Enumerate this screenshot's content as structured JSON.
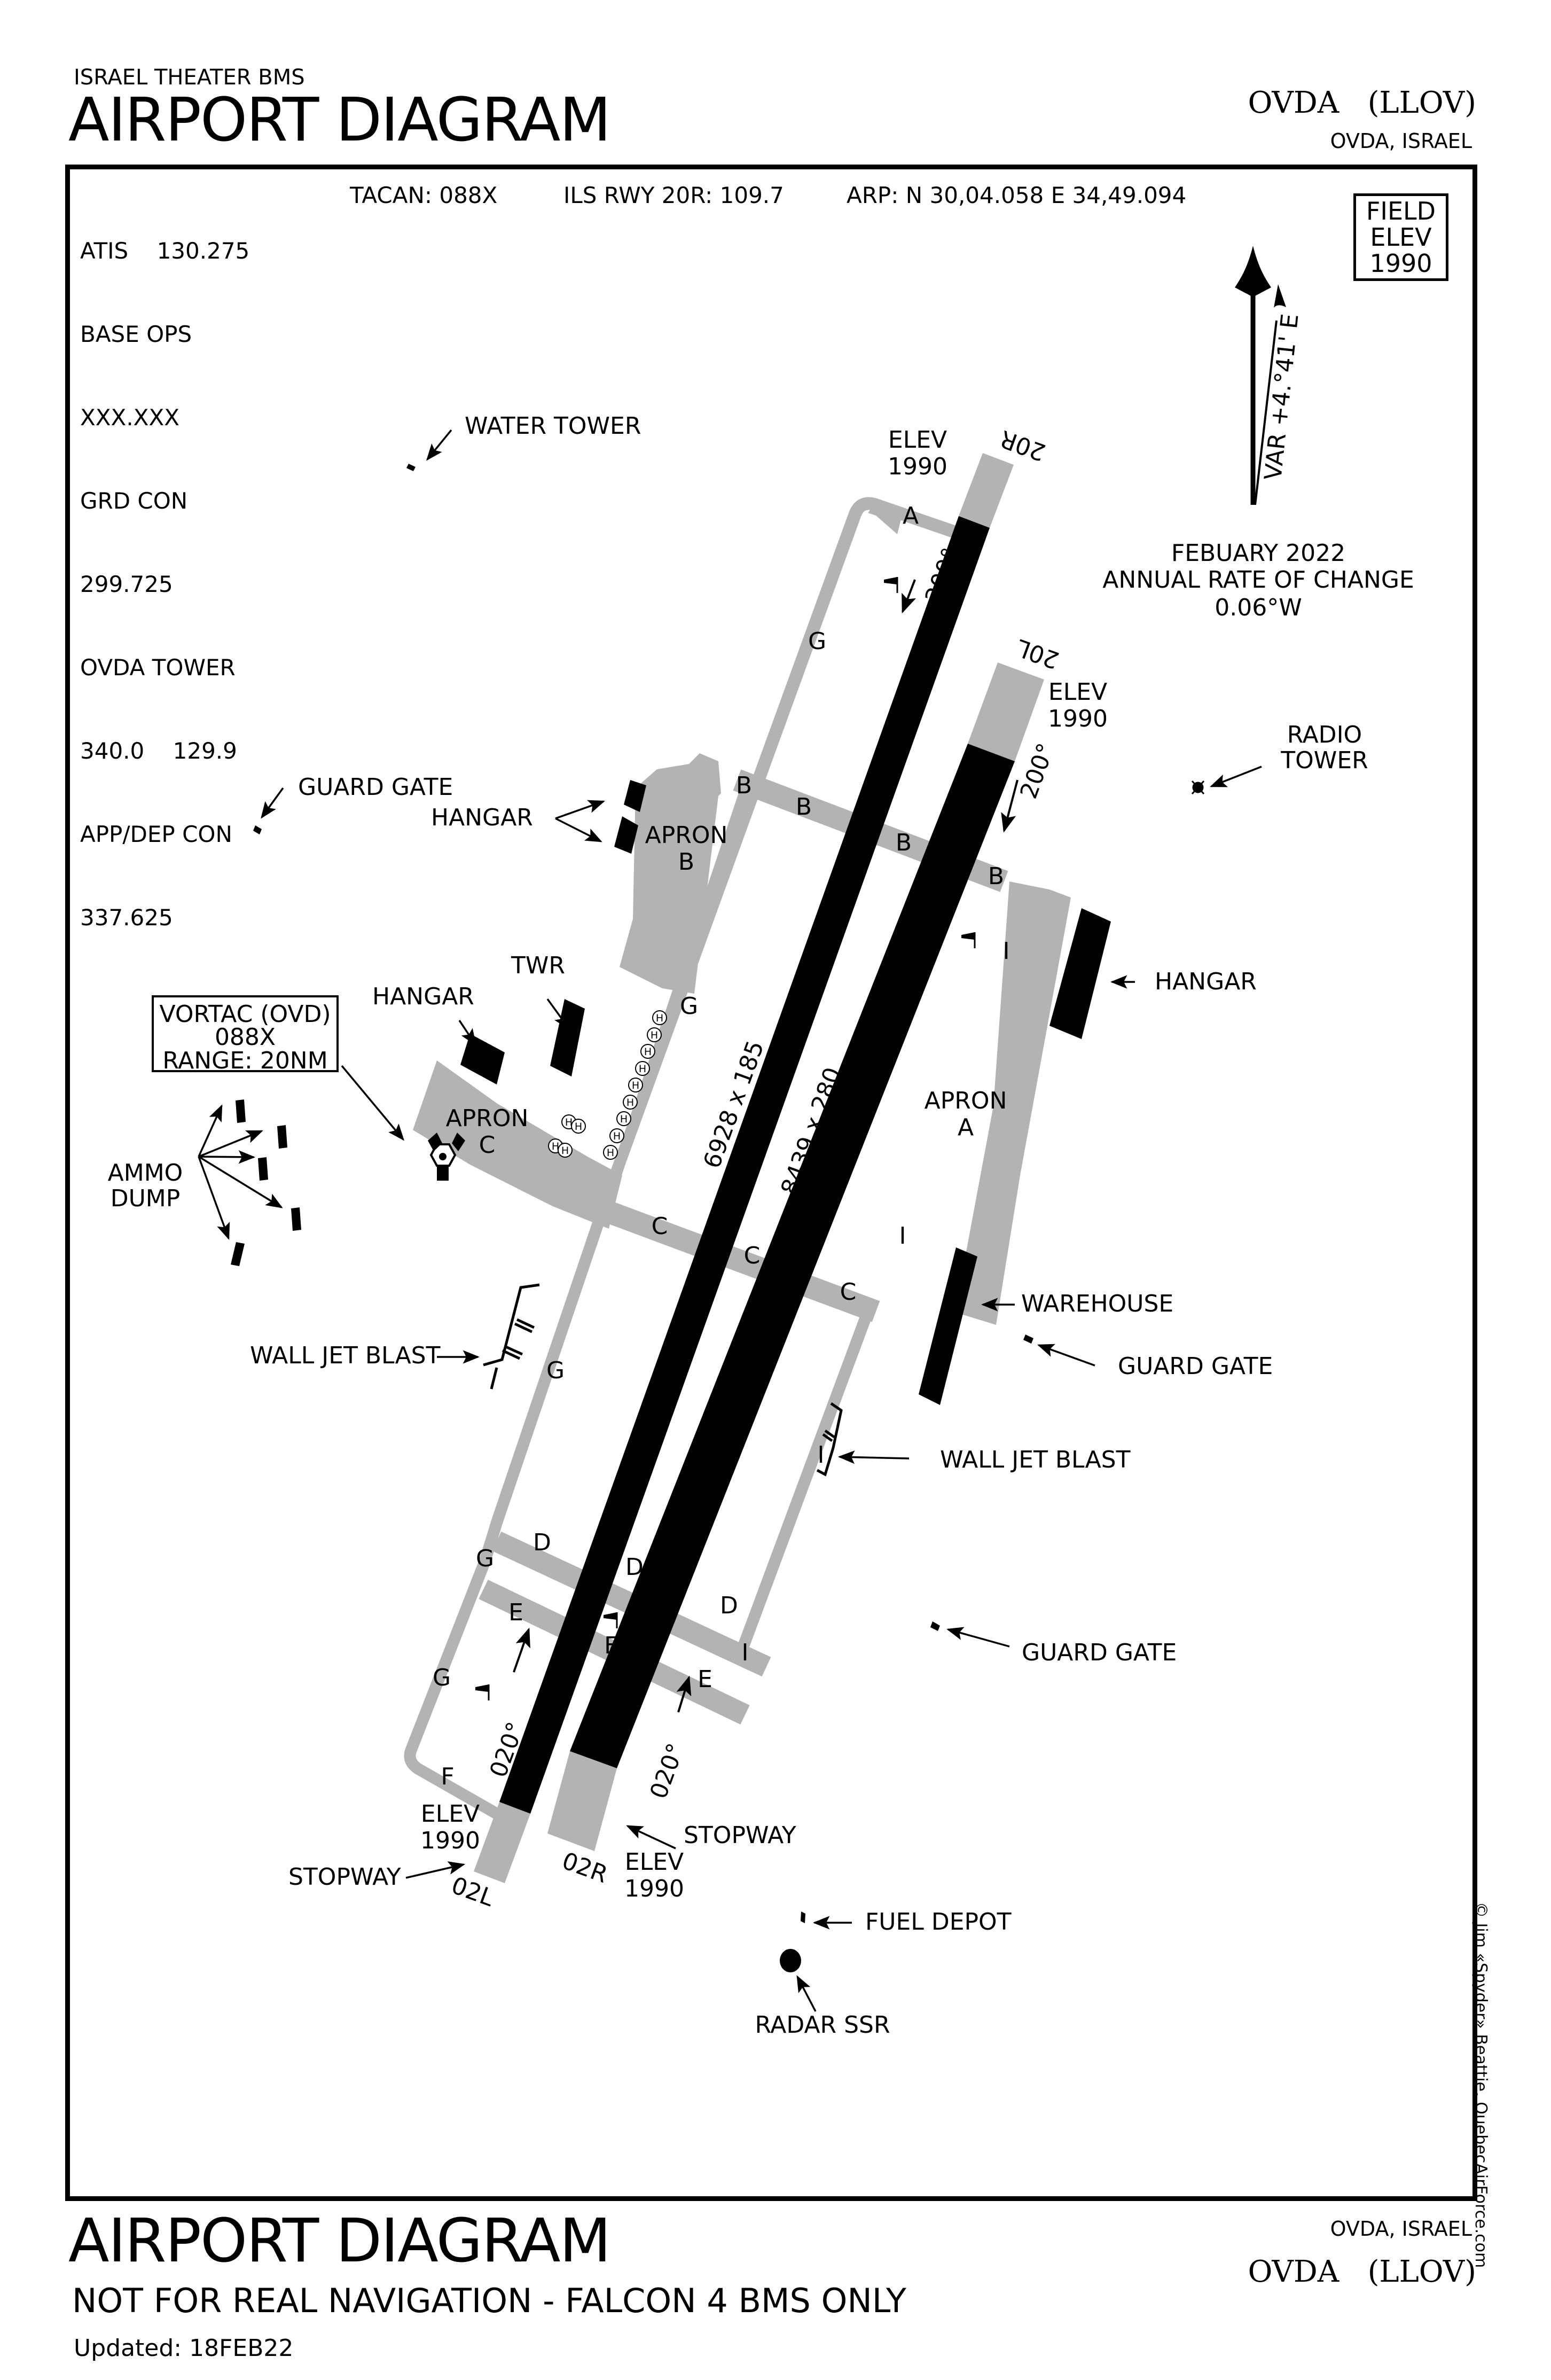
{
  "header": {
    "theater": "ISRAEL THEATER BMS",
    "title": "AIRPORT DIAGRAM",
    "airport": "OVDA   (LLOV)",
    "location": "OVDA, ISRAEL"
  },
  "frequencies": {
    "lines": [
      "ATIS    130.275",
      "BASE OPS",
      "XXX.XXX",
      "GRD CON",
      "299.725",
      "OVDA TOWER",
      "340.0    129.9",
      "APP/DEP CON",
      "337.625"
    ]
  },
  "nav_info": {
    "tacan": "TACAN: 088X",
    "ils": "ILS RWY 20R: 109.7",
    "arp": "ARP: N 30,04.058  E  34,49.094"
  },
  "field_elev": {
    "line1": "FIELD",
    "line2": "ELEV",
    "value": "1990"
  },
  "magnetic": {
    "variation": "VAR +4.°41' E",
    "date": "FEBUARY 2022",
    "rate_label": "ANNUAL RATE OF CHANGE",
    "rate": "0.06°W"
  },
  "runways": [
    {
      "id": "20R/02L",
      "end_top": "20R",
      "end_bottom": "02L",
      "dimensions": "6928 x 185",
      "heading_down": "200°",
      "heading_up": "020°"
    },
    {
      "id": "20L/02R",
      "end_top": "20L",
      "end_bottom": "02R",
      "dimensions": "8439 x 280",
      "heading_down": "200°",
      "heading_up": "020°"
    }
  ],
  "elevations": {
    "label": "ELEV",
    "value": "1990"
  },
  "taxiways": {
    "A": "A",
    "B": "B",
    "C": "C",
    "D": "D",
    "E": "E",
    "F": "F",
    "G": "G",
    "I": "I"
  },
  "aprons": {
    "a": [
      "APRON",
      "A"
    ],
    "b": [
      "APRON",
      "B"
    ],
    "c": [
      "APRON",
      "C"
    ]
  },
  "helipad_symbol": "H",
  "vortac": {
    "line1": "VORTAC (OVD)",
    "line2": "088X",
    "line3": "RANGE: 20NM"
  },
  "features": {
    "water_tower": "WATER TOWER",
    "radio_tower_1": "RADIO",
    "radio_tower_2": "TOWER",
    "guard_gate": "GUARD GATE",
    "hangar": "HANGAR",
    "twr": "TWR",
    "ammo_1": "AMMO",
    "ammo_2": "DUMP",
    "wall_jet_blast": "WALL JET BLAST",
    "warehouse": "WAREHOUSE",
    "stopway": "STOPWAY",
    "fuel_depot": "FUEL DEPOT",
    "radar": "RADAR SSR"
  },
  "copyright": "© Jim «Spyder» Beattie, QuebecAirForce.com",
  "footer": {
    "title": "AIRPORT DIAGRAM",
    "disclaimer": "NOT FOR REAL NAVIGATION - FALCON 4 BMS ONLY",
    "updated": "Updated: 18FEB22",
    "location": "OVDA, ISRAEL",
    "airport": "OVDA   (LLOV)"
  },
  "colors": {
    "pavement": "#b3b3b3",
    "runway": "#000000",
    "background": "#ffffff"
  }
}
